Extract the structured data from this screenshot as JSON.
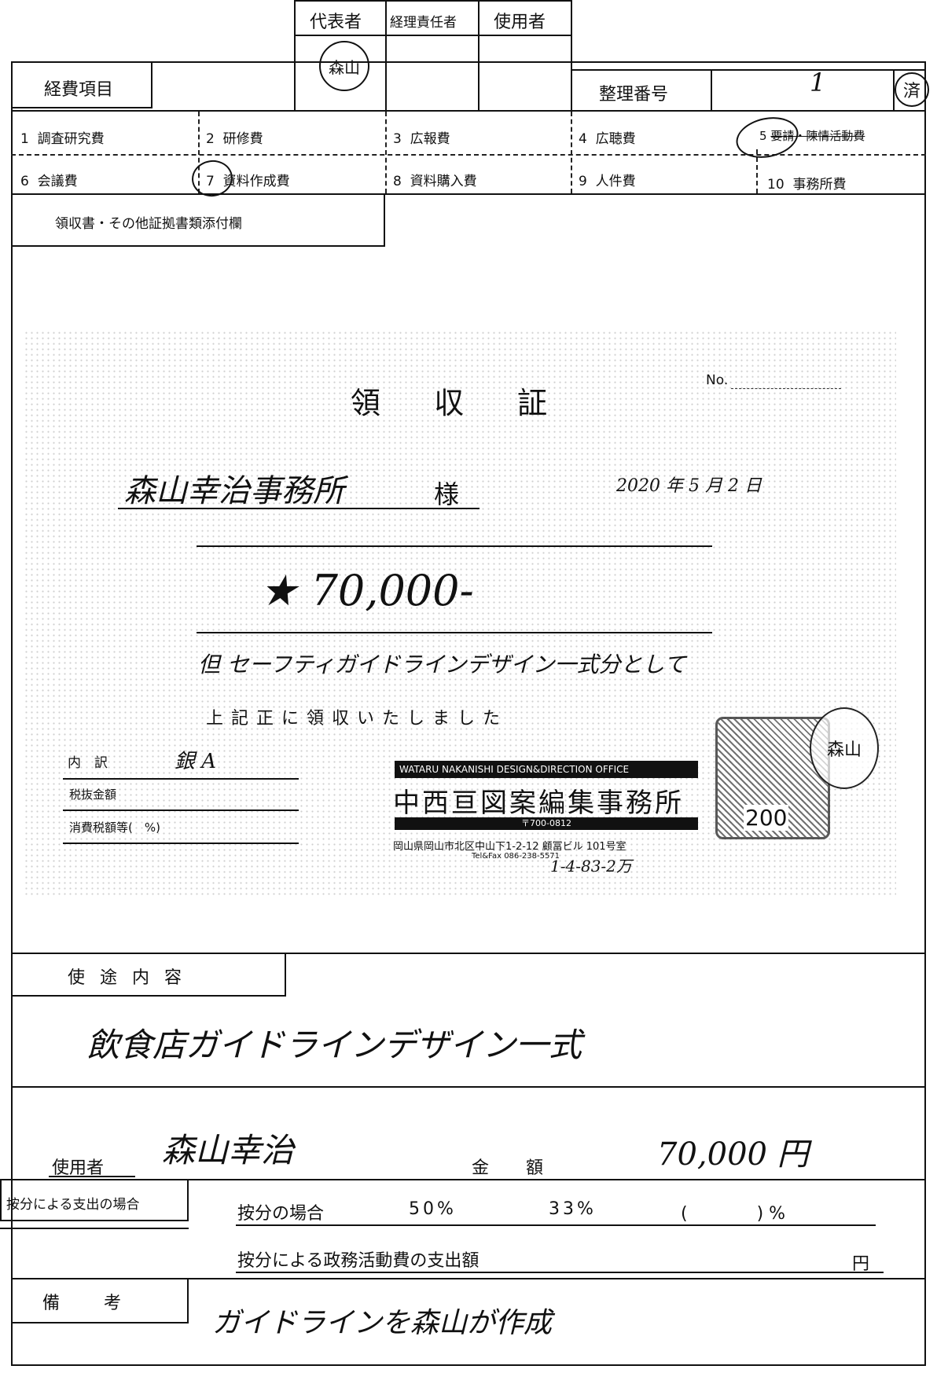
{
  "approval": {
    "rep_label": "代表者",
    "acct_label": "経理責任者",
    "user_label": "使用者",
    "rep_stamp": "森山"
  },
  "header": {
    "expense_item_label": "経費項目",
    "ref_no_label": "整理番号",
    "ref_no_value": "1",
    "done_stamp": "済"
  },
  "categories": [
    {
      "num": "1",
      "label": "調査研究費"
    },
    {
      "num": "2",
      "label": "研修費"
    },
    {
      "num": "3",
      "label": "広報費"
    },
    {
      "num": "4",
      "label": "広聴費"
    },
    {
      "num": "5",
      "label": "要請・陳情活動費"
    },
    {
      "num": "6",
      "label": "会議費"
    },
    {
      "num": "7",
      "label": "資料作成費"
    },
    {
      "num": "8",
      "label": "資料購入費"
    },
    {
      "num": "9",
      "label": "人件費"
    },
    {
      "num": "10",
      "label": "事務所費"
    }
  ],
  "attachment_label": "領収書・その他証拠書類添付欄",
  "receipt": {
    "title": "領 収 証",
    "no_label": "No.",
    "addressee": "森山幸治事務所",
    "honorific": "様",
    "date": "2020 年 5 月 2 日",
    "amount": "★ 70,000-",
    "memo": "但 セーフティガイドラインデザイン一式分として",
    "received_text": "上記正に領収いたしました",
    "breakdown_label": "内　訳",
    "breakdown_value": "銀 A",
    "tax_excluded_label": "税抜金額",
    "tax_label": "消費税額等(　%)",
    "issuer_en": "WATARU NAKANISHI DESIGN&DIRECTION OFFICE",
    "issuer_jp": "中西亘図案編集事務所",
    "postal": "〒700-0812",
    "address": "岡山県岡山市北区中山下1-2-12 顧冨ビル 101号室",
    "tel": "Tel&Fax 086-238-5571",
    "hand_note": "1-4-83-2万",
    "stamp_value": "200",
    "stamp_sign": "森山"
  },
  "usage": {
    "label": "使 途 内 容",
    "value": "飲食店ガイドラインデザイン一式"
  },
  "user": {
    "label": "使用者",
    "value": "森山幸治",
    "amount_label": "金 額",
    "amount_value": "70,000 円"
  },
  "allocation": {
    "label": "按分による支出の場合",
    "case_label": "按分の場合",
    "opt1": "50%",
    "opt2": "33%",
    "opt3": "(　　　　) %",
    "amount_label": "按分による政務活動費の支出額",
    "yen": "円"
  },
  "remarks": {
    "label": "備　　考",
    "value": "ガイドラインを森山が作成"
  }
}
